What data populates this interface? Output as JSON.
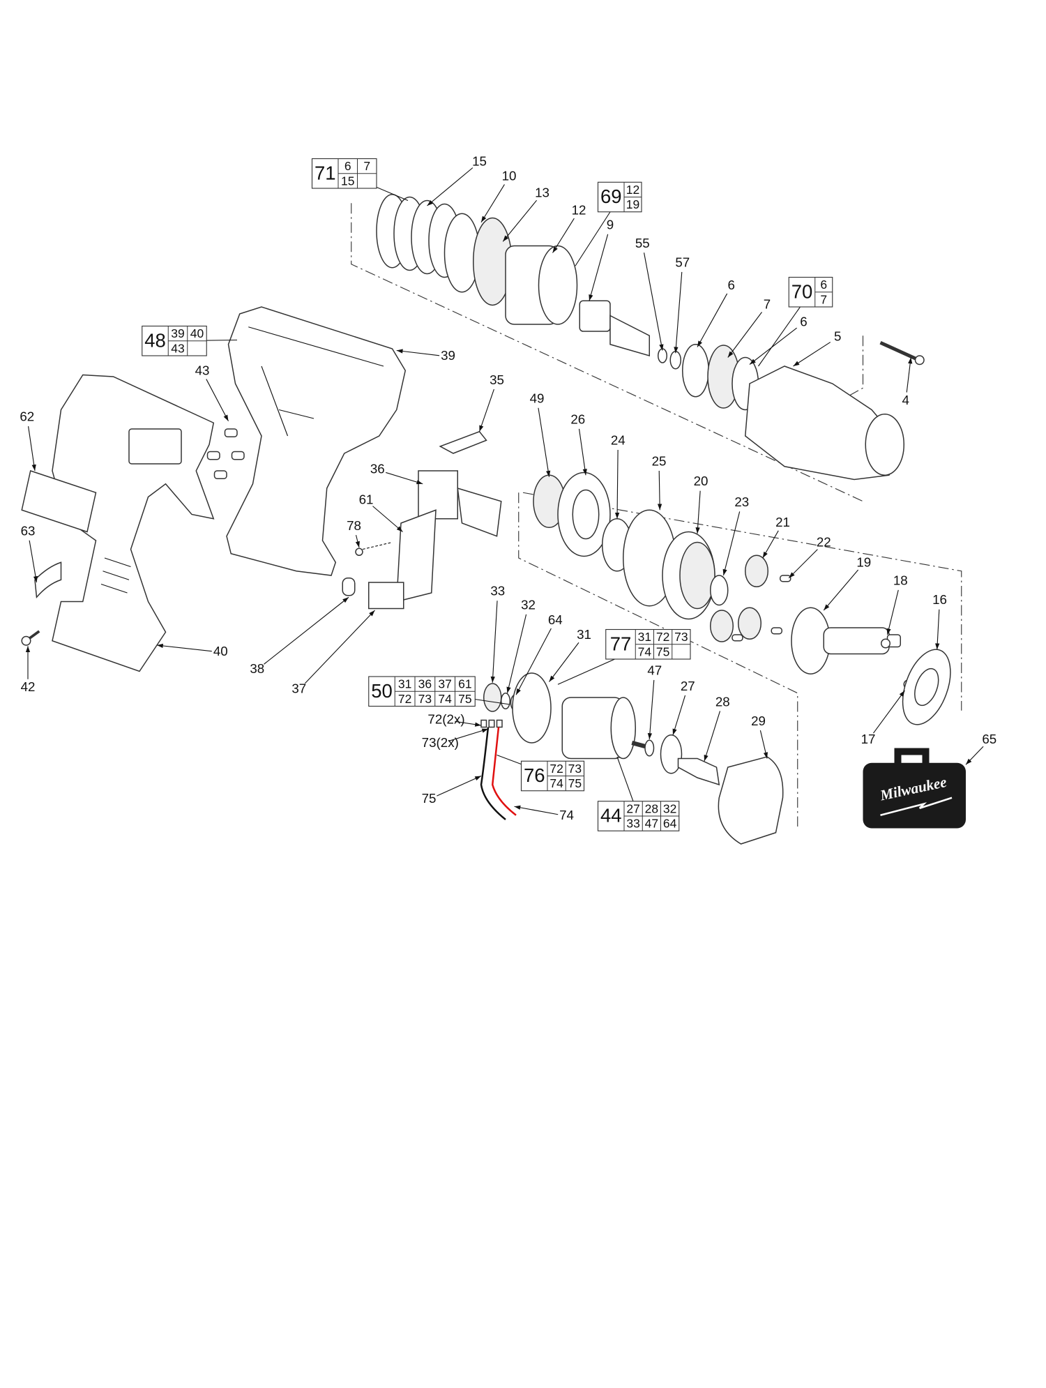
{
  "callouts": [
    "15",
    "10",
    "13",
    "12",
    "9",
    "55",
    "57",
    "6",
    "7",
    "6",
    "5",
    "4",
    "39",
    "43",
    "62",
    "35",
    "49",
    "26",
    "24",
    "25",
    "20",
    "23",
    "21",
    "22",
    "19",
    "18",
    "16",
    "36",
    "61",
    "78",
    "63",
    "33",
    "32",
    "64",
    "31",
    "47",
    "27",
    "28",
    "29",
    "40",
    "38",
    "37",
    "42",
    "17",
    "65",
    "72(2x)",
    "73(2x)",
    "75",
    "74"
  ],
  "kits": [
    {
      "main": "71",
      "cells": [
        "6",
        "7",
        "15",
        ""
      ]
    },
    {
      "main": "69",
      "cells": [
        "12",
        "19"
      ]
    },
    {
      "main": "70",
      "cells": [
        "6",
        "7"
      ]
    },
    {
      "main": "48",
      "cells": [
        "39",
        "40",
        "43",
        ""
      ]
    },
    {
      "main": "77",
      "cells": [
        "31",
        "72",
        "73",
        "74",
        "75",
        ""
      ]
    },
    {
      "main": "50",
      "cells": [
        "31",
        "36",
        "37",
        "61",
        "72",
        "73",
        "74",
        "75"
      ]
    },
    {
      "main": "76",
      "cells": [
        "72",
        "73",
        "74",
        "75"
      ]
    },
    {
      "main": "44",
      "cells": [
        "27",
        "28",
        "32",
        "33",
        "47",
        "64"
      ]
    }
  ],
  "logo": {
    "text": "Milwaukee"
  },
  "colors": {
    "wire_red": "#e01010",
    "wire_black": "#111111",
    "case": "#1a1a1a"
  }
}
